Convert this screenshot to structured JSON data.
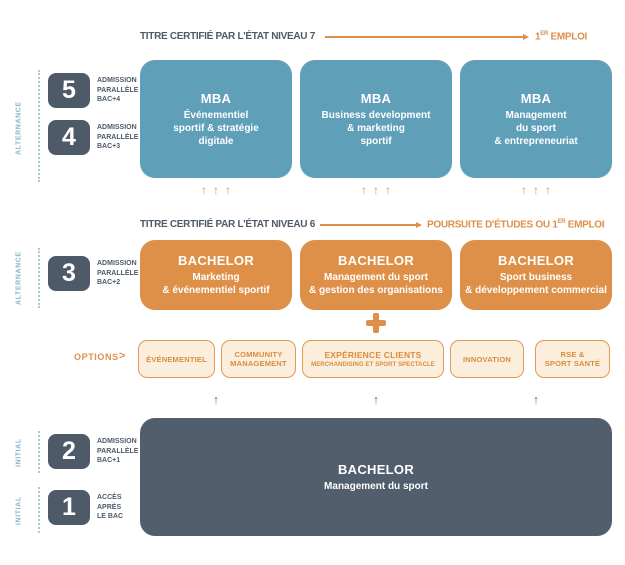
{
  "palette": {
    "blue": "#5F9FB8",
    "orange": "#DE9049",
    "cream": "#FBEEDC",
    "slate": "#4E5A68",
    "light_blue": "#8BB8CB",
    "white": "#FFFFFF"
  },
  "icons": {
    "up_arrow": "↑",
    "chevron_right": ">",
    "plus": "+"
  },
  "tier7": {
    "title": "TITRE CERTIFIÉ PAR L'ÉTAT NIVEAU 7",
    "outcome_prefix": "1",
    "outcome_sup": "ER",
    "outcome_suffix": " EMPLOI"
  },
  "tier6": {
    "title": "TITRE CERTIFIÉ PAR L'ÉTAT NIVEAU 6",
    "outcome_prefix": "POURSUITE D'ÉTUDES OU 1",
    "outcome_sup": "ER",
    "outcome_suffix": " EMPLOI"
  },
  "mba_boxes": [
    {
      "degree": "MBA",
      "name": "Événementiel\nsportif & stratégie\ndigitale"
    },
    {
      "degree": "MBA",
      "name": "Business development\n& marketing\nsportif"
    },
    {
      "degree": "MBA",
      "name": "Management\ndu sport\n& entrepreneuriat"
    }
  ],
  "bachelor_boxes": [
    {
      "degree": "BACHELOR",
      "name": "Marketing\n& événementiel sportif"
    },
    {
      "degree": "BACHELOR",
      "name": "Management du sport\n& gestion des organisations"
    },
    {
      "degree": "BACHELOR",
      "name": "Sport business\n& développement commercial"
    }
  ],
  "options": {
    "label": "OPTIONS",
    "items": [
      {
        "title": "ÉVÉNEMENTIEL"
      },
      {
        "title": "COMMUNITY\nMANAGEMENT"
      },
      {
        "title": "EXPÉRIENCE CLIENTS",
        "subtitle": "MERCHANDISING ET SPORT SPECTACLE"
      },
      {
        "title": "INNOVATION"
      },
      {
        "title": "RSE &\nSPORT SANTÉ"
      }
    ]
  },
  "foundation": {
    "degree": "BACHELOR",
    "name": "Management du sport"
  },
  "levels": [
    {
      "num": "5",
      "track": "ALTERNANCE",
      "admission": "ADMISSION\nPARALLÈLE\nBAC+4"
    },
    {
      "num": "4",
      "admission": "ADMISSION\nPARALLÈLE\nBAC+3"
    },
    {
      "num": "3",
      "track": "ALTERNANCE",
      "admission": "ADMISSION\nPARALLÈLE\nBAC+2"
    },
    {
      "num": "2",
      "track": "INITIAL",
      "admission": "ADMISSION\nPARALLÈLE\nBAC+1"
    },
    {
      "num": "1",
      "track": "INITIAL",
      "admission": "ACCÈS\nAPRÈS\nLE BAC"
    }
  ]
}
